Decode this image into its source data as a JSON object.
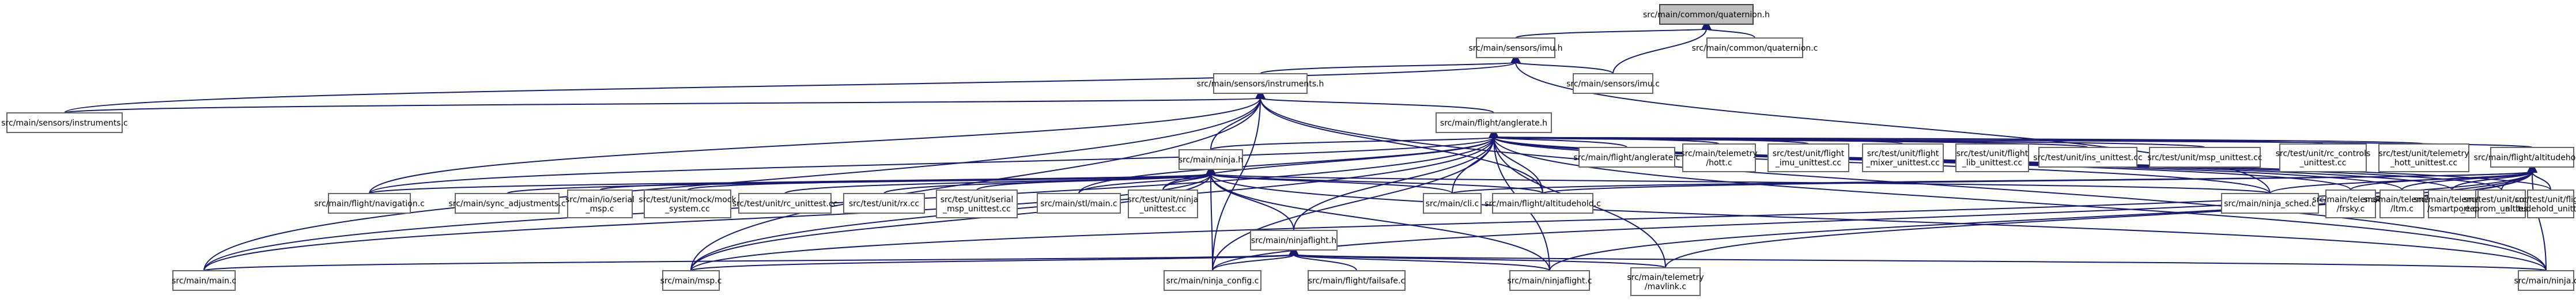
{
  "diagram": {
    "type": "include-dependency-graph",
    "root": "quaternion_h",
    "nodes": [
      {
        "id": "quaternion_h",
        "lines": [
          "src/main/common/quaternion.h"
        ]
      },
      {
        "id": "imu_h",
        "lines": [
          "src/main/sensors/imu.h"
        ]
      },
      {
        "id": "quaternion_c",
        "lines": [
          "src/main/common/quaternion.c"
        ]
      },
      {
        "id": "instruments_h",
        "lines": [
          "src/main/sensors/instruments.h"
        ]
      },
      {
        "id": "imu_c",
        "lines": [
          "src/main/sensors/imu.c"
        ]
      },
      {
        "id": "instruments_c",
        "lines": [
          "src/main/sensors/instruments.c"
        ]
      },
      {
        "id": "anglerate_h",
        "lines": [
          "src/main/flight/anglerate.h"
        ]
      },
      {
        "id": "ninja_h",
        "lines": [
          "src/main/ninja.h"
        ]
      },
      {
        "id": "anglerate_c",
        "lines": [
          "src/main/flight/anglerate.c"
        ]
      },
      {
        "id": "hott_c",
        "lines": [
          "src/main/telemetry",
          "/hott.c"
        ]
      },
      {
        "id": "imu_unittest",
        "lines": [
          "src/test/unit/flight",
          "_imu_unittest.cc"
        ]
      },
      {
        "id": "mixer_unittest",
        "lines": [
          "src/test/unit/flight",
          "_mixer_unittest.cc"
        ]
      },
      {
        "id": "lib_unittest",
        "lines": [
          "src/test/unit/flight",
          "_lib_unittest.cc"
        ]
      },
      {
        "id": "ins_unittest",
        "lines": [
          "src/test/unit/ins_unittest.cc"
        ]
      },
      {
        "id": "msp_unittest",
        "lines": [
          "src/test/unit/msp_unittest.cc"
        ]
      },
      {
        "id": "rc_controls_unittest",
        "lines": [
          "src/test/unit/rc_controls",
          "_unittest.cc"
        ]
      },
      {
        "id": "telemetry_hott_unittest",
        "lines": [
          "src/test/unit/telemetry",
          "_hott_unittest.cc"
        ]
      },
      {
        "id": "altitudehold_h",
        "lines": [
          "src/main/flight/altitudehold.h"
        ]
      },
      {
        "id": "navigation_c",
        "lines": [
          "src/main/flight/navigation.c"
        ]
      },
      {
        "id": "sync_adjustments_c",
        "lines": [
          "src/main/sync_adjustments.c"
        ]
      },
      {
        "id": "io_serial_msp_c",
        "lines": [
          "src/main/io/serial",
          "_msp.c"
        ]
      },
      {
        "id": "mock_system_cc",
        "lines": [
          "src/test/unit/mock/mock",
          "_system.cc"
        ]
      },
      {
        "id": "rc_unittest",
        "lines": [
          "src/test/unit/rc_unittest.cc"
        ]
      },
      {
        "id": "rx_cc",
        "lines": [
          "src/test/unit/rx.cc"
        ]
      },
      {
        "id": "serial_msp_unittest",
        "lines": [
          "src/test/unit/serial",
          "_msp_unittest.cc"
        ]
      },
      {
        "id": "stl_main_c",
        "lines": [
          "src/main/stl/main.c"
        ]
      },
      {
        "id": "ninja_unittest",
        "lines": [
          "src/test/unit/ninja",
          "_unittest.cc"
        ]
      },
      {
        "id": "cli_c",
        "lines": [
          "src/main/cli.c"
        ]
      },
      {
        "id": "altitudehold_c",
        "lines": [
          "src/main/flight/altitudehold.c"
        ]
      },
      {
        "id": "ninja_sched_c",
        "lines": [
          "src/main/ninja_sched.c"
        ]
      },
      {
        "id": "frsky_c",
        "lines": [
          "src/main/telemetry",
          "/frsky.c"
        ]
      },
      {
        "id": "ltm_c",
        "lines": [
          "src/main/telemetry",
          "/ltm.c"
        ]
      },
      {
        "id": "smartport_c",
        "lines": [
          "src/main/telemetry",
          "/smartport.c"
        ]
      },
      {
        "id": "config_eeprom_unittest",
        "lines": [
          "src/test/unit/config",
          "_eeprom_unittest.cc"
        ]
      },
      {
        "id": "altitudehold_unittest",
        "lines": [
          "src/test/unit/flight",
          "_altitudehold_unittest.cc"
        ]
      },
      {
        "id": "ninjaflight_h",
        "lines": [
          "src/main/ninjaflight.h"
        ]
      },
      {
        "id": "main_c",
        "lines": [
          "src/main/main.c"
        ]
      },
      {
        "id": "msp_c",
        "lines": [
          "src/main/msp.c"
        ]
      },
      {
        "id": "ninja_config_c",
        "lines": [
          "src/main/ninja_config.c"
        ]
      },
      {
        "id": "failsafe_c",
        "lines": [
          "src/main/flight/failsafe.c"
        ]
      },
      {
        "id": "ninjaflight_c",
        "lines": [
          "src/main/ninjaflight.c"
        ]
      },
      {
        "id": "mavlink_c",
        "lines": [
          "src/main/telemetry",
          "/mavlink.c"
        ]
      },
      {
        "id": "ninja_c",
        "lines": [
          "src/main/ninja.c"
        ]
      }
    ],
    "edges": [
      [
        "quaternion_h",
        "imu_h"
      ],
      [
        "quaternion_h",
        "quaternion_c"
      ],
      [
        "quaternion_h",
        "imu_c"
      ],
      [
        "imu_h",
        "instruments_h"
      ],
      [
        "imu_h",
        "imu_c"
      ],
      [
        "imu_h",
        "instruments_c"
      ],
      [
        "imu_h",
        "ninja_sched_c"
      ],
      [
        "instruments_h",
        "instruments_c"
      ],
      [
        "instruments_h",
        "anglerate_h"
      ],
      [
        "instruments_h",
        "ninja_h"
      ],
      [
        "instruments_h",
        "navigation_c"
      ],
      [
        "instruments_h",
        "altitudehold_c"
      ],
      [
        "instruments_h",
        "main_c"
      ],
      [
        "instruments_h",
        "msp_c"
      ],
      [
        "instruments_h",
        "ninja_config_c"
      ],
      [
        "instruments_h",
        "ninja_c"
      ],
      [
        "anglerate_h",
        "anglerate_c"
      ],
      [
        "anglerate_h",
        "hott_c"
      ],
      [
        "anglerate_h",
        "imu_unittest"
      ],
      [
        "anglerate_h",
        "mixer_unittest"
      ],
      [
        "anglerate_h",
        "lib_unittest"
      ],
      [
        "anglerate_h",
        "ins_unittest"
      ],
      [
        "anglerate_h",
        "msp_unittest"
      ],
      [
        "anglerate_h",
        "rc_controls_unittest"
      ],
      [
        "anglerate_h",
        "telemetry_hott_unittest"
      ],
      [
        "anglerate_h",
        "altitudehold_h"
      ],
      [
        "anglerate_h",
        "ninja_h"
      ],
      [
        "anglerate_h",
        "navigation_c"
      ],
      [
        "anglerate_h",
        "stl_main_c"
      ],
      [
        "anglerate_h",
        "ninja_unittest"
      ],
      [
        "anglerate_h",
        "cli_c"
      ],
      [
        "anglerate_h",
        "altitudehold_c"
      ],
      [
        "anglerate_h",
        "ninjaflight_h"
      ],
      [
        "anglerate_h",
        "main_c"
      ],
      [
        "anglerate_h",
        "msp_c"
      ],
      [
        "anglerate_h",
        "ninja_config_c"
      ],
      [
        "anglerate_h",
        "ninjaflight_c"
      ],
      [
        "anglerate_h",
        "mavlink_c"
      ],
      [
        "anglerate_h",
        "ninja_c"
      ],
      [
        "anglerate_h",
        "ninja_sched_c"
      ],
      [
        "anglerate_h",
        "frsky_c"
      ],
      [
        "anglerate_h",
        "ltm_c"
      ],
      [
        "anglerate_h",
        "smartport_c"
      ],
      [
        "anglerate_h",
        "config_eeprom_unittest"
      ],
      [
        "anglerate_h",
        "altitudehold_unittest"
      ],
      [
        "ninja_h",
        "navigation_c"
      ],
      [
        "ninja_h",
        "sync_adjustments_c"
      ],
      [
        "ninja_h",
        "io_serial_msp_c"
      ],
      [
        "ninja_h",
        "mock_system_cc"
      ],
      [
        "ninja_h",
        "rc_unittest"
      ],
      [
        "ninja_h",
        "rx_cc"
      ],
      [
        "ninja_h",
        "serial_msp_unittest"
      ],
      [
        "ninja_h",
        "stl_main_c"
      ],
      [
        "ninja_h",
        "ninja_unittest"
      ],
      [
        "ninja_h",
        "cli_c"
      ],
      [
        "ninja_h",
        "altitudehold_c"
      ],
      [
        "ninja_h",
        "ninjaflight_h"
      ],
      [
        "ninja_h",
        "main_c"
      ],
      [
        "ninja_h",
        "msp_c"
      ],
      [
        "ninja_h",
        "ninja_config_c"
      ],
      [
        "ninja_h",
        "ninjaflight_c"
      ],
      [
        "ninja_h",
        "ninja_c"
      ],
      [
        "ninja_h",
        "ninja_sched_c"
      ],
      [
        "altitudehold_h",
        "altitudehold_c"
      ],
      [
        "altitudehold_h",
        "ninja_sched_c"
      ],
      [
        "altitudehold_h",
        "frsky_c"
      ],
      [
        "altitudehold_h",
        "ltm_c"
      ],
      [
        "altitudehold_h",
        "smartport_c"
      ],
      [
        "altitudehold_h",
        "config_eeprom_unittest"
      ],
      [
        "altitudehold_h",
        "altitudehold_unittest"
      ],
      [
        "altitudehold_h",
        "msp_c"
      ],
      [
        "altitudehold_h",
        "mavlink_c"
      ],
      [
        "altitudehold_h",
        "ninja_c"
      ],
      [
        "altitudehold_h",
        "ninja_config_c"
      ],
      [
        "altitudehold_h",
        "ninjaflight_c"
      ],
      [
        "altitudehold_h",
        "cli_c"
      ],
      [
        "ninjaflight_h",
        "main_c"
      ],
      [
        "ninjaflight_h",
        "msp_c"
      ],
      [
        "ninjaflight_h",
        "ninja_config_c"
      ],
      [
        "ninjaflight_h",
        "failsafe_c"
      ],
      [
        "ninjaflight_h",
        "ninjaflight_c"
      ],
      [
        "ninjaflight_h",
        "mavlink_c"
      ],
      [
        "ninjaflight_h",
        "ninja_c"
      ]
    ]
  }
}
